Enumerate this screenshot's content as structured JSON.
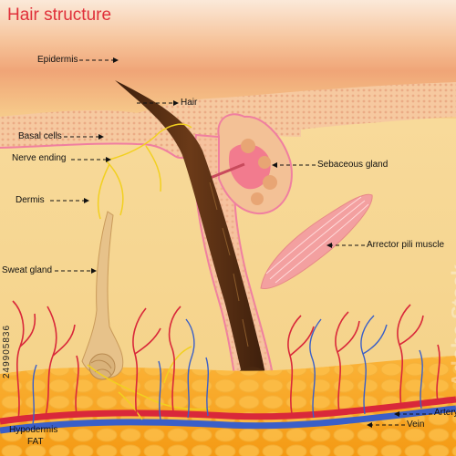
{
  "title": "Hair structure",
  "labels": {
    "epidermis": "Epidermis",
    "hair": "Hair",
    "basal_cells": "Basal cells",
    "nerve_ending": "Nerve ending",
    "dermis": "Dermis",
    "sebaceous_gland": "Sebaceous gland",
    "arrector_pili": "Arrector pili muscle",
    "sweat_gland": "Sweat gland",
    "artery": "Artery",
    "vein": "Vein",
    "hypodermis": "Hypodermis",
    "fat": "FAT"
  },
  "watermark": "249905836",
  "stock_watermark": "Adobe Stock",
  "colors": {
    "title": "#e0303a",
    "artery": "#d9283a",
    "vein": "#3a5fc8",
    "nerve": "#f2d020",
    "fat": "#f7a21a",
    "hair": "#5a2e14"
  }
}
